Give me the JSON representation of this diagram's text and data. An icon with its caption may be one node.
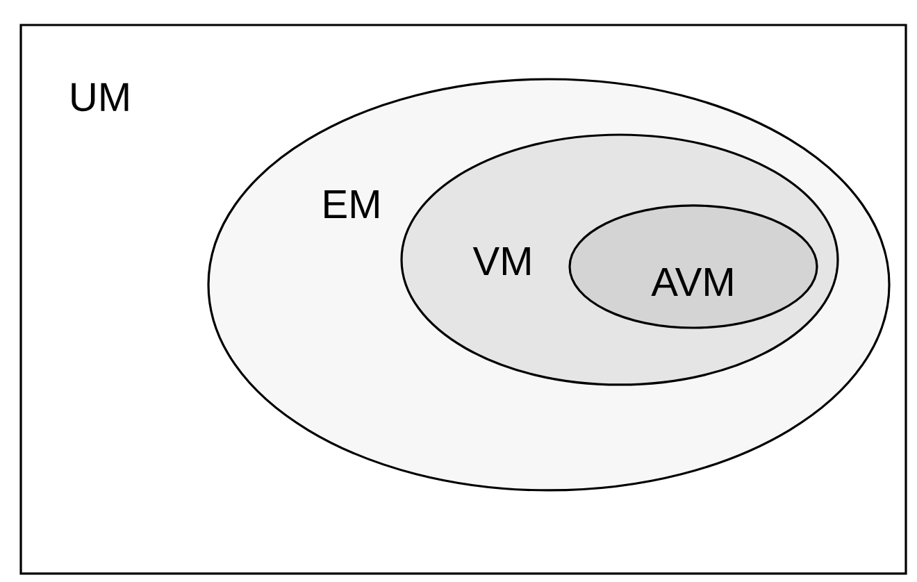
{
  "diagram": {
    "nodes": [
      {
        "text": [
          "UM"
        ]
      },
      {
        "text": [
          "EM"
        ],
        "in": 0
      },
      {
        "text": [
          "VM"
        ],
        "in": 1
      },
      {
        "text": [
          "AVM"
        ],
        "in": 2
      }
    ]
  }
}
